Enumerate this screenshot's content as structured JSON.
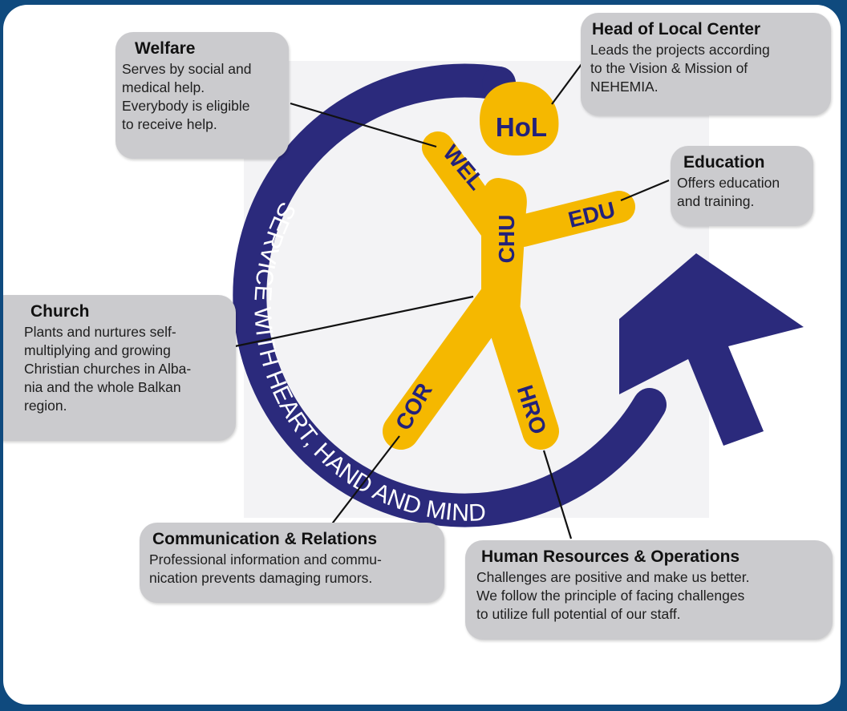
{
  "figure": {
    "head_label": "HoL",
    "left_arm_label": "WEL",
    "right_arm_label": "EDU",
    "torso_label": "CHU",
    "left_leg_label": "COR",
    "right_leg_label": "HRO",
    "ring_text": "SERVICE WITH HEART, HAND AND MIND"
  },
  "boxes": {
    "welfare": {
      "title": "Welfare",
      "desc": "Serves by social and\nmedical help.\nEverybody is eligible\nto receive help."
    },
    "head_local_center": {
      "title": "Head of Local Center",
      "desc": "Leads the projects according\nto the Vision & Mission of\nNEHEMIA."
    },
    "education": {
      "title": "Education",
      "desc": "Offers education\nand training."
    },
    "church": {
      "title": "Church",
      "desc": "Plants and nurtures self-\nmultiplying and growing\nChristian churches in Alba-\nnia and the whole Balkan\nregion."
    },
    "communication": {
      "title": "Communication & Relations",
      "desc": "Professional information and commu-\nnication prevents damaging rumors."
    },
    "human_resources": {
      "title": "Human Resources & Operations",
      "desc": "Challenges are positive and make us better.\nWe follow the principle of facing challenges\nto utilize full potential of our staff."
    }
  },
  "colors": {
    "frame": "#0f4a7e",
    "ring": "#2b2a7c",
    "figure": "#f5b800",
    "box": "#cbcbce"
  }
}
